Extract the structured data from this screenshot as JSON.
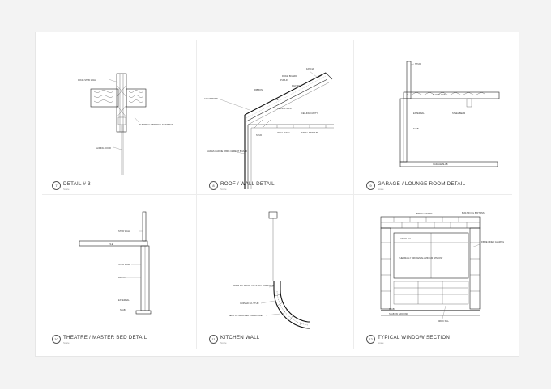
{
  "details": [
    {
      "number": "7",
      "title": "DETAIL # 3",
      "scale": "Scale",
      "labels": [
        "90X45 STUD WALL",
        "THERMALLY BROKEN ALUMINIUM",
        "SLIDING DOOR"
      ]
    },
    {
      "number": "8",
      "title": "ROOF / WALL DETAIL",
      "scale": "Scale",
      "labels": [
        "FASCIA",
        "RIDGE BOARD",
        "RAFTER",
        "COLORBOND",
        "TILE",
        "PURLIN",
        "RIBBON",
        "CEILING CAVITY",
        "CEILING JOIST",
        "STUD",
        "INSULATION",
        "STEEL STIRRUP",
        "JAMES HARDIE FIBRE CEMENT BOARD"
      ]
    },
    {
      "number": "9",
      "title": "GARAGE / LOUNGE ROOM DETAIL",
      "scale": "Scale",
      "labels": [
        "STUD",
        "FLOOR JOIST",
        "EXTERNAL",
        "STEEL BEAM",
        "SLAB",
        "GARAGE SLAB"
      ]
    },
    {
      "number": "10",
      "title": "THEATRE / MASTER BED DETAIL",
      "scale": "Scale",
      "labels": [
        "STUD WALL",
        "TILE",
        "STUD WALL",
        "BLOCK",
        "EXTERNAL",
        "SLAB"
      ]
    },
    {
      "number": "11",
      "title": "KITCHEN WALL",
      "scale": "Scale",
      "labels": [
        "90MM PLYWOOD TOP & BOTTOM PLATE",
        "CURVED C/L STUD",
        "BEND OF MOULDED CURVATURE"
      ]
    },
    {
      "number": "12",
      "title": "TYPICAL WINDOW SECTION",
      "scale": "Scale",
      "labels": [
        "BRICK VENEER",
        "BUILT-IN C/L BATTENS",
        "LINTEL C/L",
        "FIBRE LINED GLAZING",
        "THERMALLY BROKEN ALUMINIUM WINDOW",
        "SLAB",
        "SLAB ON GROUND",
        "BRICK SILL"
      ]
    }
  ]
}
